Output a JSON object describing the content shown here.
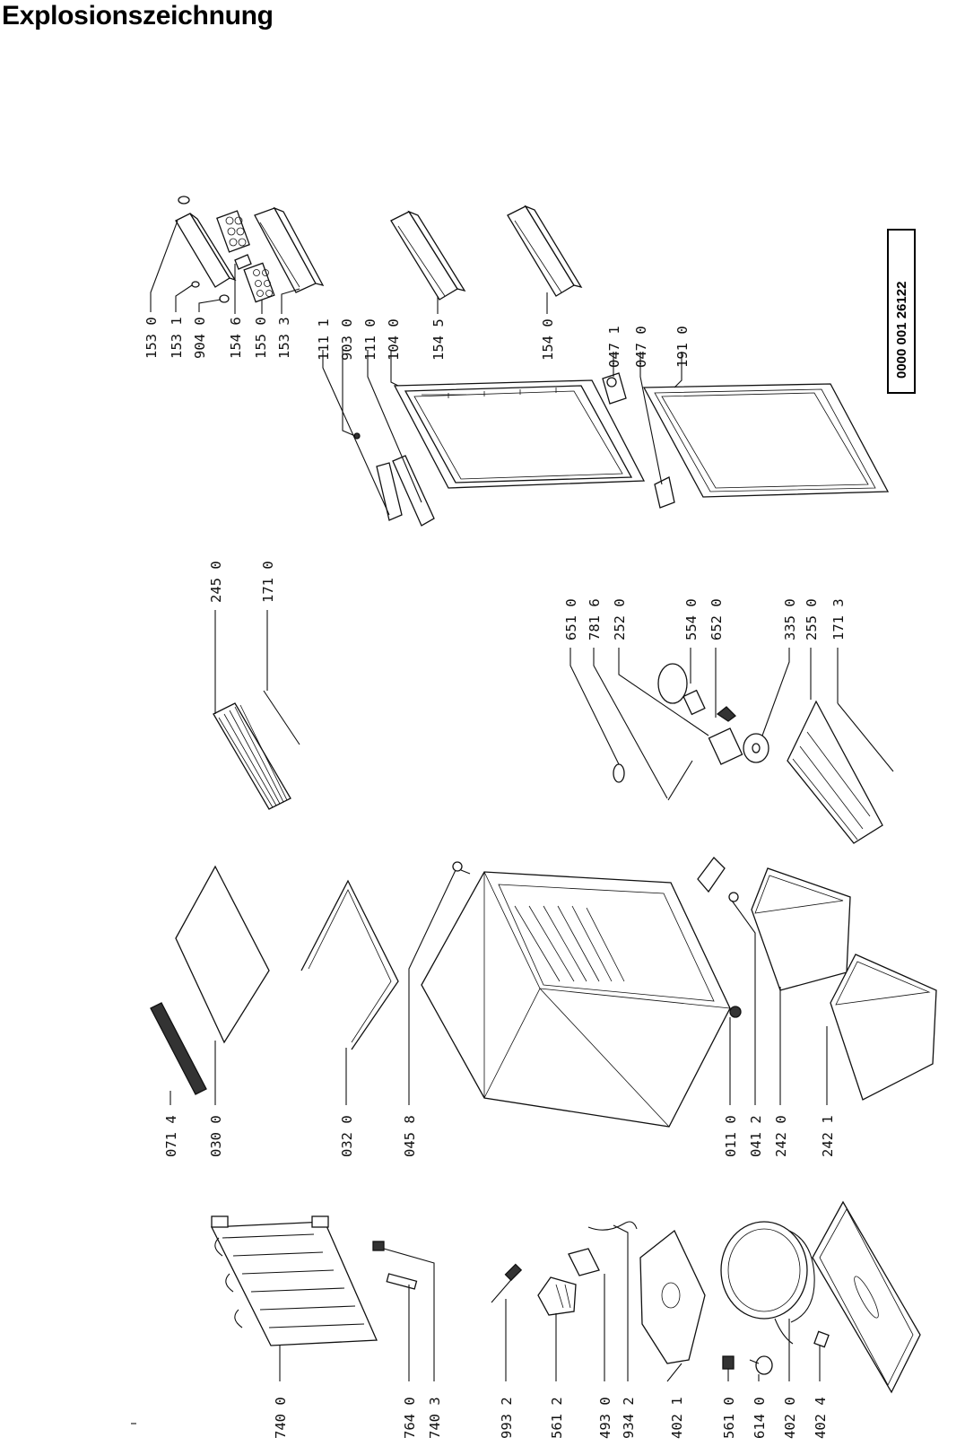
{
  "title": "Explosionszeichnung",
  "document_number": "0000 001 26122",
  "parts": [
    {
      "id": "p1530",
      "label": "153 0"
    },
    {
      "id": "p1531",
      "label": "153 1"
    },
    {
      "id": "p9040",
      "label": "904 0"
    },
    {
      "id": "p1546",
      "label": "154 6"
    },
    {
      "id": "p1550",
      "label": "155 0"
    },
    {
      "id": "p1533",
      "label": "153 3"
    },
    {
      "id": "p1111",
      "label": "111 1"
    },
    {
      "id": "p9030",
      "label": "903 0"
    },
    {
      "id": "p1110",
      "label": "111 0"
    },
    {
      "id": "p1040",
      "label": "104 0"
    },
    {
      "id": "p1545",
      "label": "154 5"
    },
    {
      "id": "p1540",
      "label": "154 0"
    },
    {
      "id": "p0471",
      "label": "047 1"
    },
    {
      "id": "p0470",
      "label": "047 0"
    },
    {
      "id": "p1910",
      "label": "191 0"
    },
    {
      "id": "p2450",
      "label": "245 0"
    },
    {
      "id": "p1710",
      "label": "171 0"
    },
    {
      "id": "p6510",
      "label": "651 0"
    },
    {
      "id": "p7816",
      "label": "781 6"
    },
    {
      "id": "p2520",
      "label": "252 0"
    },
    {
      "id": "p5540",
      "label": "554 0"
    },
    {
      "id": "p6520",
      "label": "652 0"
    },
    {
      "id": "p3350",
      "label": "335 0"
    },
    {
      "id": "p2550",
      "label": "255 0"
    },
    {
      "id": "p1713",
      "label": "171 3"
    },
    {
      "id": "p0714",
      "label": "071 4"
    },
    {
      "id": "p0300",
      "label": "030 0"
    },
    {
      "id": "p0320",
      "label": "032 0"
    },
    {
      "id": "p0458",
      "label": "045 8"
    },
    {
      "id": "p0110",
      "label": "011 0"
    },
    {
      "id": "p0412",
      "label": "041 2"
    },
    {
      "id": "p2420",
      "label": "242 0"
    },
    {
      "id": "p2421",
      "label": "242 1"
    },
    {
      "id": "p7400",
      "label": "740 0"
    },
    {
      "id": "p7640",
      "label": "764 0"
    },
    {
      "id": "p7403",
      "label": "740 3"
    },
    {
      "id": "p9932",
      "label": "993 2"
    },
    {
      "id": "p5612",
      "label": "561 2"
    },
    {
      "id": "p4930",
      "label": "493 0"
    },
    {
      "id": "p9342",
      "label": "934 2"
    },
    {
      "id": "p4021",
      "label": "402 1"
    },
    {
      "id": "p5610",
      "label": "561 0"
    },
    {
      "id": "p6140",
      "label": "614 0"
    },
    {
      "id": "p4020",
      "label": "402 0"
    },
    {
      "id": "p4024",
      "label": "402 4"
    }
  ]
}
